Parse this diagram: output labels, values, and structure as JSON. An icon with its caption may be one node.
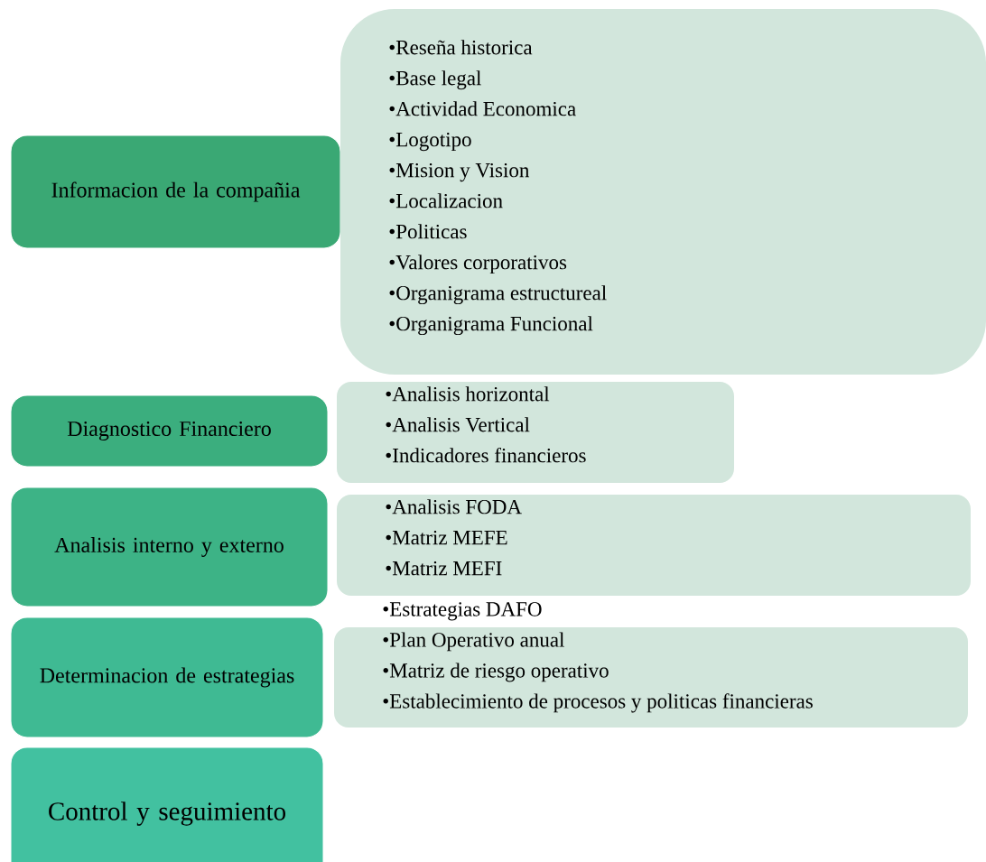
{
  "diagram": {
    "nodes": [
      {
        "text": [
          "Informacion de la compañia"
        ]
      },
      {
        "text": [
          "•Reseña historica",
          "•Base legal",
          "•Actividad Economica",
          "•Logotipo",
          "•Mision y Vision",
          "•Localizacion",
          "•Politicas",
          "•Valores corporativos",
          "•Organigrama estructureal",
          "•Organigrama Funcional"
        ]
      },
      {
        "text": [
          "Diagnostico Financiero"
        ]
      },
      {
        "text": [
          "•Analisis horizontal",
          "•Analisis Vertical",
          "•Indicadores financieros"
        ]
      },
      {
        "text": [
          "Analisis interno y externo"
        ]
      },
      {
        "text": [
          "•Analisis FODA",
          "•Matriz MEFE",
          "•Matriz MEFI"
        ]
      },
      {
        "text": [
          "Determinacion de estrategias"
        ]
      },
      {
        "text": [
          "•Estrategias DAFO",
          "•Plan Operativo anual",
          "•Matriz de riesgo operativo",
          "•Establecimiento de procesos y politicas financieras"
        ]
      },
      {
        "text": [
          "Control y seguimiento"
        ]
      }
    ]
  }
}
